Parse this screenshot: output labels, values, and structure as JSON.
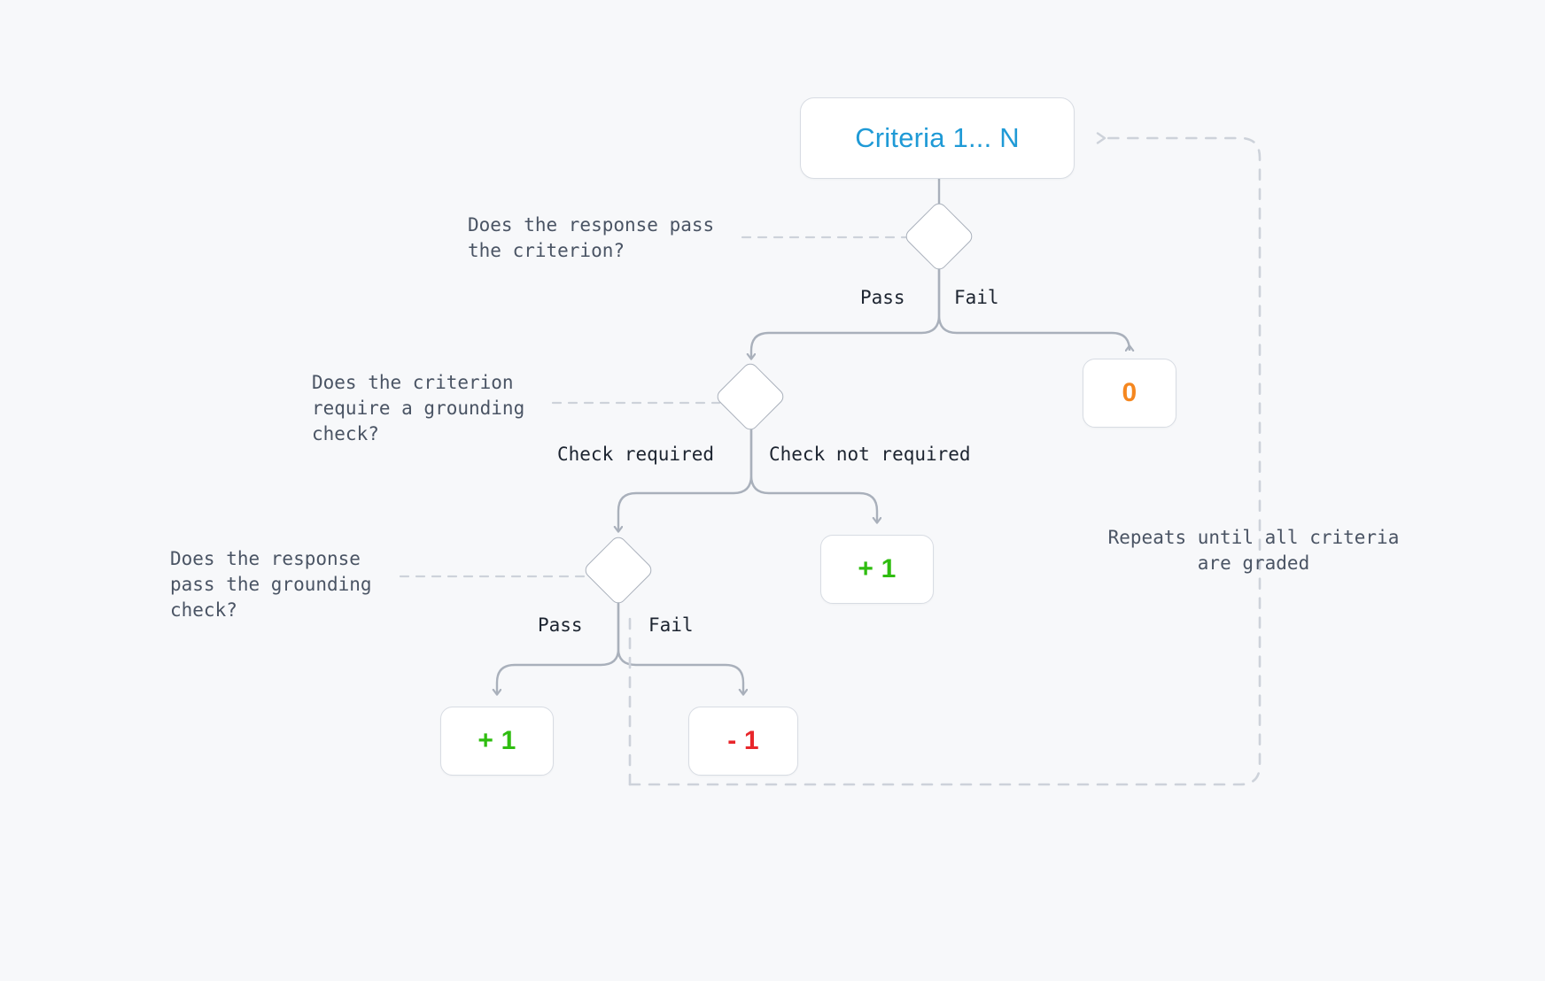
{
  "diagram": {
    "title": "Criteria grading decision flow",
    "background_color": "#f7f8fa"
  },
  "colors": {
    "accent_blue": "#1f9ad6",
    "score_zero_orange": "#f5871f",
    "score_plus_green": "#2fbd10",
    "score_minus_red": "#e8262b",
    "edge_gray": "#a9b0bb",
    "dashed_gray": "#cdd2da",
    "text_dark": "#1c2430",
    "text_muted": "#4a5464"
  },
  "nodes": {
    "criteria": {
      "label": "Criteria 1... N"
    },
    "score_zero": {
      "label": "0"
    },
    "score_plus_no_check": {
      "label": "+ 1"
    },
    "score_plus_grounded": {
      "label": "+ 1"
    },
    "score_minus": {
      "label": "- 1"
    }
  },
  "decisions": [
    {
      "id": "criterion-pass",
      "question": "Does the response pass\nthe criterion?"
    },
    {
      "id": "grounding-required",
      "question": "Does the criterion\nrequire a grounding\ncheck?"
    },
    {
      "id": "grounding-pass",
      "question": "Does the response\npass the grounding\ncheck?"
    }
  ],
  "edge_labels": {
    "pass_1": "Pass",
    "fail_1": "Fail",
    "check_required": "Check required",
    "check_not_required": "Check not required",
    "pass_2": "Pass",
    "fail_2": "Fail"
  },
  "loop": {
    "caption": "Repeats until all criteria\nare graded"
  }
}
